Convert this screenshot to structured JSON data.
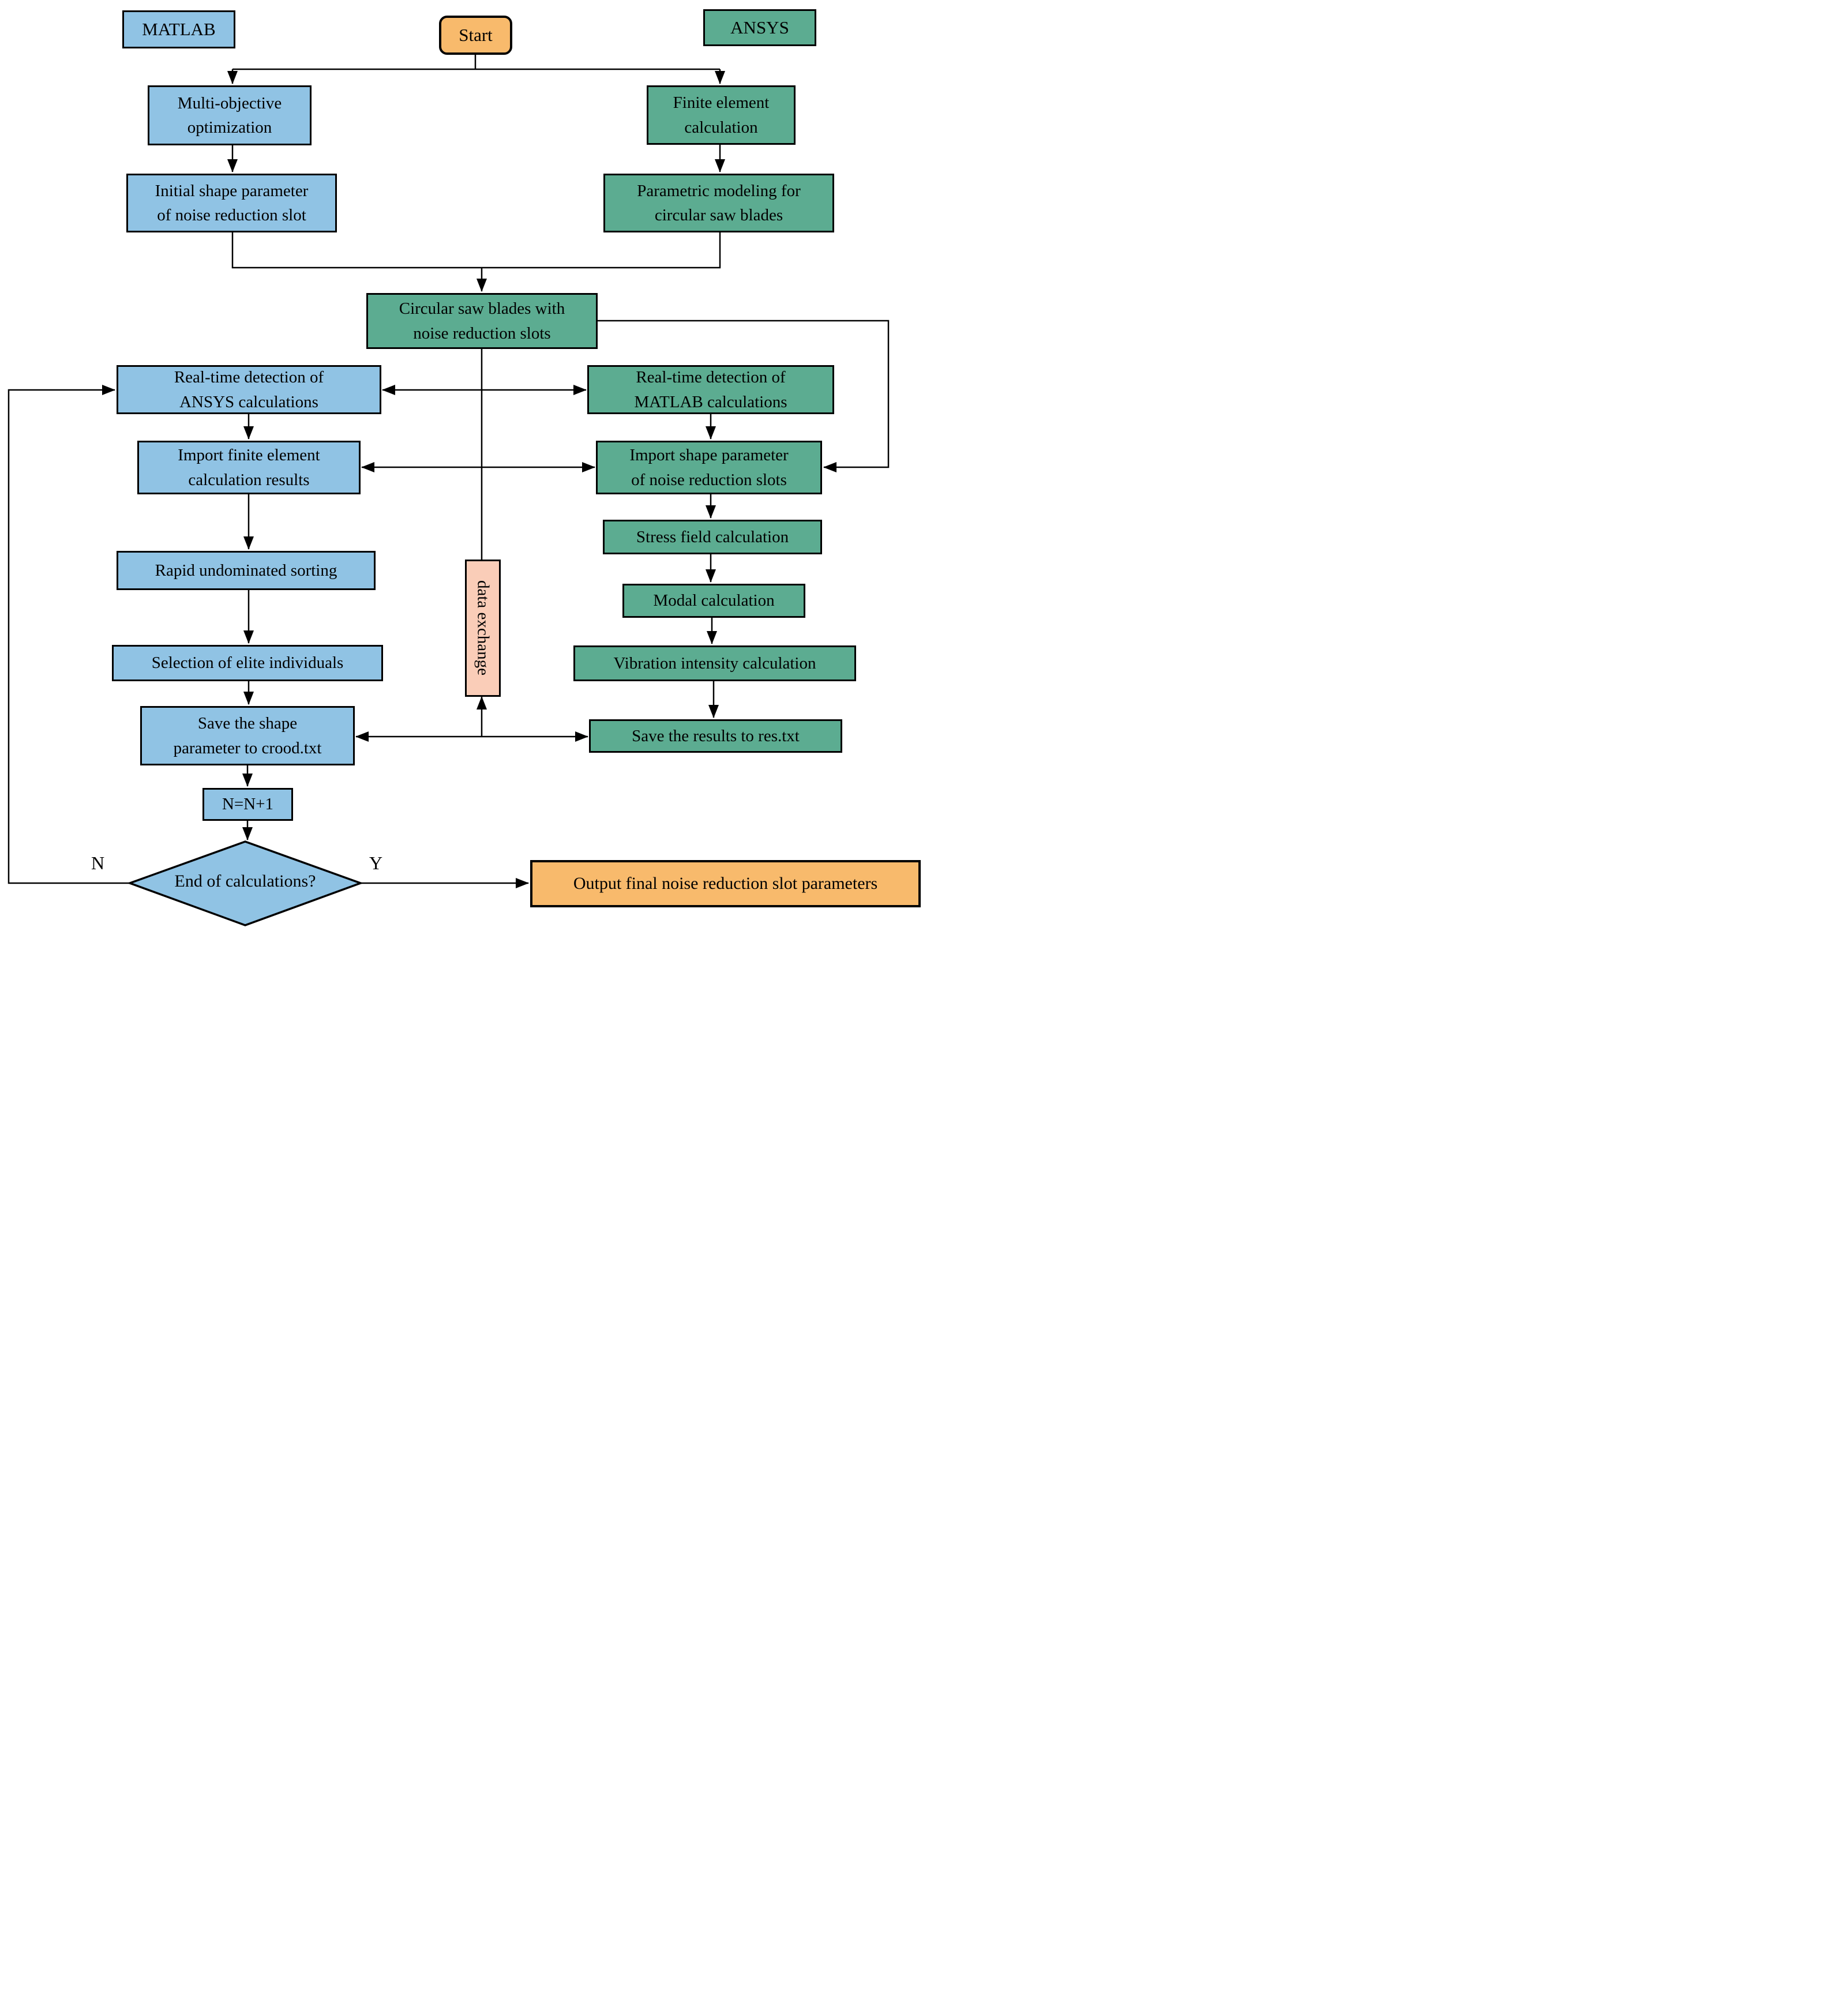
{
  "palette": {
    "blue": "#90C3E4",
    "green": "#5CAC91",
    "orange": "#F8BA6C",
    "pink": "#FACDB8",
    "line": "#000000",
    "background": "#FFFFFF"
  },
  "nodes": {
    "matlab": "MATLAB",
    "start": "Start",
    "ansys": "ANSYS",
    "multi_objective": "Multi-objective\noptimization",
    "initial_shape": "Initial shape parameter\nof noise reduction slot",
    "finite_element": "Finite element\ncalculation",
    "parametric_modeling": "Parametric modeling for\ncircular saw blades",
    "circular_blades": "Circular saw blades with\nnoise reduction slots",
    "rt_detect_ansys": "Real-time detection of\nANSYS calculations",
    "rt_detect_matlab": "Real-time detection of\nMATLAB calculations",
    "import_fe_results": "Import finite element\ncalculation results",
    "import_shape_params": "Import shape parameter\nof noise reduction slots",
    "stress_field": "Stress field calculation",
    "rapid_sorting": "Rapid undominated sorting",
    "modal_calculation": "Modal calculation",
    "elite_selection": "Selection of elite individuals",
    "vibration_intensity": "Vibration intensity calculation",
    "save_shape": "Save the shape\nparameter to crood.txt",
    "save_results": "Save the results to res.txt",
    "data_exchange": "data exchange",
    "counter_increment": "N=N+1",
    "decision": "End of calculations?",
    "output_final": "Output final noise reduction slot parameters"
  },
  "branch_labels": {
    "no": "N",
    "yes": "Y"
  }
}
